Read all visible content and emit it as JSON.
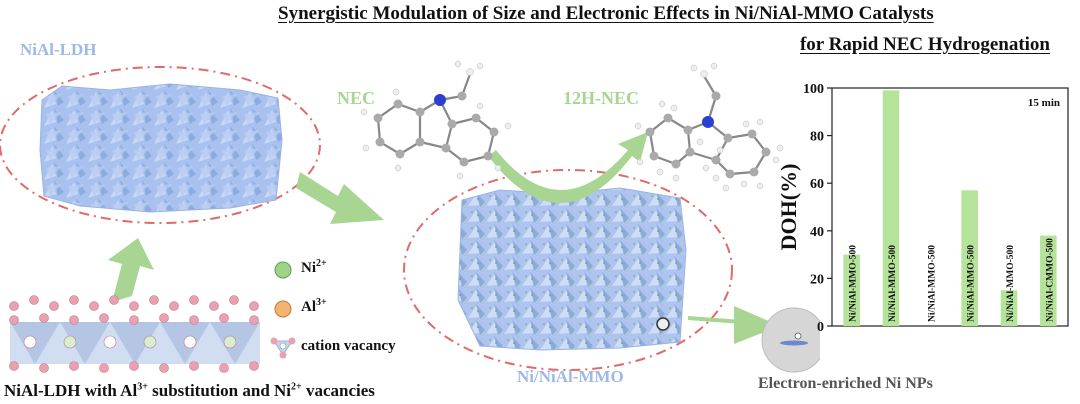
{
  "title": {
    "line1": "Synergistic Modulation of Size and Electronic Effects in Ni/NiAl-MMO Catalysts",
    "line2": "for Rapid NEC Hydrogenation"
  },
  "labels": {
    "ldh": "NiAl-LDH",
    "nec": "NEC",
    "h12nec": "12H-NEC",
    "mmo": "Ni/NiAl-MMO",
    "electron_enriched": "Electron-enriched Ni NPs"
  },
  "legend": {
    "ni": {
      "base": "Ni",
      "sup": "2+"
    },
    "al": {
      "base": "Al",
      "sup": "3+"
    },
    "vacancy": "cation vacancy"
  },
  "bottom_caption": {
    "p1": "NiAl-LDH with Al",
    "s1": "3+",
    "p2": " substitution and Ni",
    "s2": "2+",
    "p3": " vacancies"
  },
  "colors": {
    "ldh_blue": "#a8c0ec",
    "green": "#a8d692",
    "dash_red": "#e06a6a",
    "ni_green": "#7ec46a",
    "al_orange": "#f0a860",
    "bar_green": "#b5e39a"
  },
  "chart_data": {
    "type": "bar",
    "annotation": "15 min",
    "ylabel": "DOH(%)",
    "ylim": [
      0,
      100
    ],
    "yticks": [
      0,
      20,
      40,
      60,
      80,
      100
    ],
    "categories": [
      "Ni/NiAl-MMO-500",
      "Ni/NiAl-MMO-500",
      "Ni/NiAl-MMO-500",
      "Ni/NiAl-MMO-500",
      "Ni/NiAl-MMO-500",
      "Ni/NiAl-CMMO-500"
    ],
    "values": [
      30,
      99,
      0,
      57,
      15,
      38
    ]
  }
}
